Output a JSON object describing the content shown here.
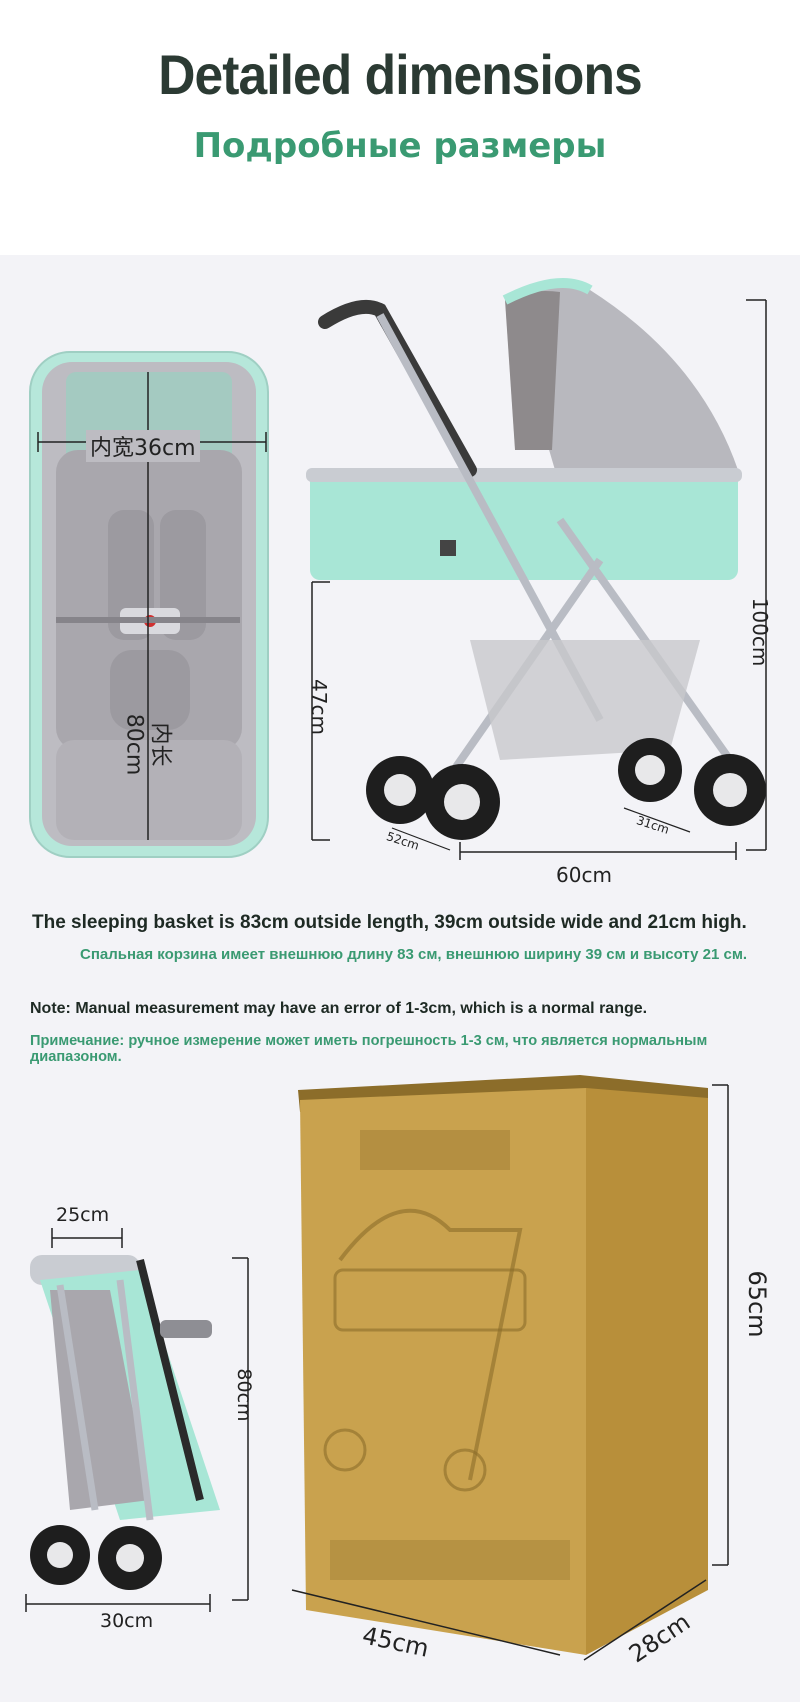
{
  "header": {
    "title": "Detailed dimensions",
    "subtitle": "Подробные размеры"
  },
  "basket_view": {
    "inner_width": "内宽36cm",
    "inner_length": "内长80cm"
  },
  "stroller_view": {
    "height_total": "100cm",
    "height_basket": "47cm",
    "wheel_front": "52cm",
    "wheel_rear": "31cm",
    "length": "60cm"
  },
  "notes": {
    "basket_en": "The sleeping basket is 83cm outside length, 39cm outside wide and 21cm high.",
    "basket_ru": "Спальная корзина имеет внешнюю длину 83 см, внешнюю ширину 39 см и высоту 21 см.",
    "note_en": "Note: Manual measurement may have an error of 1-3cm, which is a normal range.",
    "note_ru": "Примечание: ручное измерение может иметь погрешность 1-3 см, что является нормальным диапазоном."
  },
  "folded_view": {
    "width": "25cm",
    "height": "80cm",
    "depth": "30cm"
  },
  "box_view": {
    "height": "65cm",
    "length": "45cm",
    "depth": "28cm"
  },
  "colors": {
    "title": "#2b3a33",
    "accent_green": "#3a9a72",
    "mint": "#a8e6d6",
    "fabric_gray": "#a9a7ad",
    "frame": "#b9bcc4",
    "box_tan": "#c9a24e"
  }
}
